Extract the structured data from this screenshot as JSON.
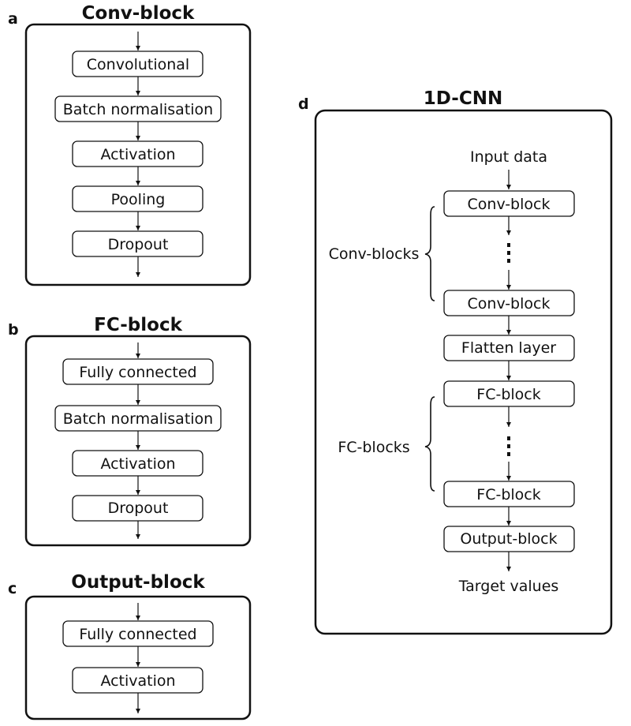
{
  "panels": {
    "a": {
      "letter": "a",
      "title": "Conv-block",
      "steps": [
        "Convolutional",
        "Batch normalisation",
        "Activation",
        "Pooling",
        "Dropout"
      ]
    },
    "b": {
      "letter": "b",
      "title": "FC-block",
      "steps": [
        "Fully connected",
        "Batch normalisation",
        "Activation",
        "Dropout"
      ]
    },
    "c": {
      "letter": "c",
      "title": "Output-block",
      "steps": [
        "Fully connected",
        "Activation"
      ]
    },
    "d": {
      "letter": "d",
      "title": "1D-CNN",
      "input_label": "Input data",
      "conv_first": "Conv-block",
      "conv_last": "Conv-block",
      "conv_group_label": "Conv-blocks",
      "flatten": "Flatten layer",
      "fc_first": "FC-block",
      "fc_last": "FC-block",
      "fc_group_label": "FC-blocks",
      "output": "Output-block",
      "target_label": "Target values"
    }
  },
  "colors": {
    "stroke": "#111111",
    "background": "#ffffff"
  }
}
